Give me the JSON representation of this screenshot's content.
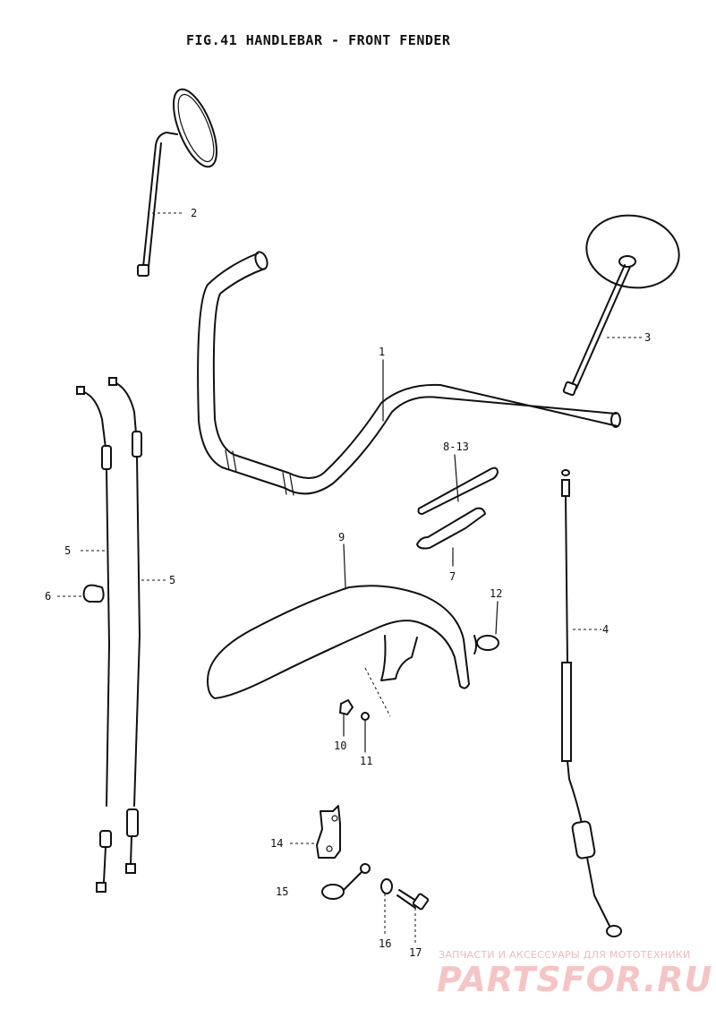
{
  "title": "FIG.41  HANDLEBAR - FRONT FENDER",
  "callouts": {
    "c1": "1",
    "c2": "2",
    "c3": "3",
    "c4": "4",
    "c5a": "5",
    "c5b": "5",
    "c6": "6",
    "c7": "7",
    "c8": "8-13",
    "c9": "9",
    "c10": "10",
    "c11": "11",
    "c12": "12",
    "c14": "14",
    "c15": "15",
    "c16": "16",
    "c17": "17"
  },
  "watermark": {
    "tagline": "ЗАПЧАСТИ И АКСЕССУАРЫ ДЛЯ МОТОТЕХНИКИ",
    "logo": "PARTSFOR.RU"
  },
  "colors": {
    "ink": "#111111",
    "watermark": "#f5c4c4"
  }
}
